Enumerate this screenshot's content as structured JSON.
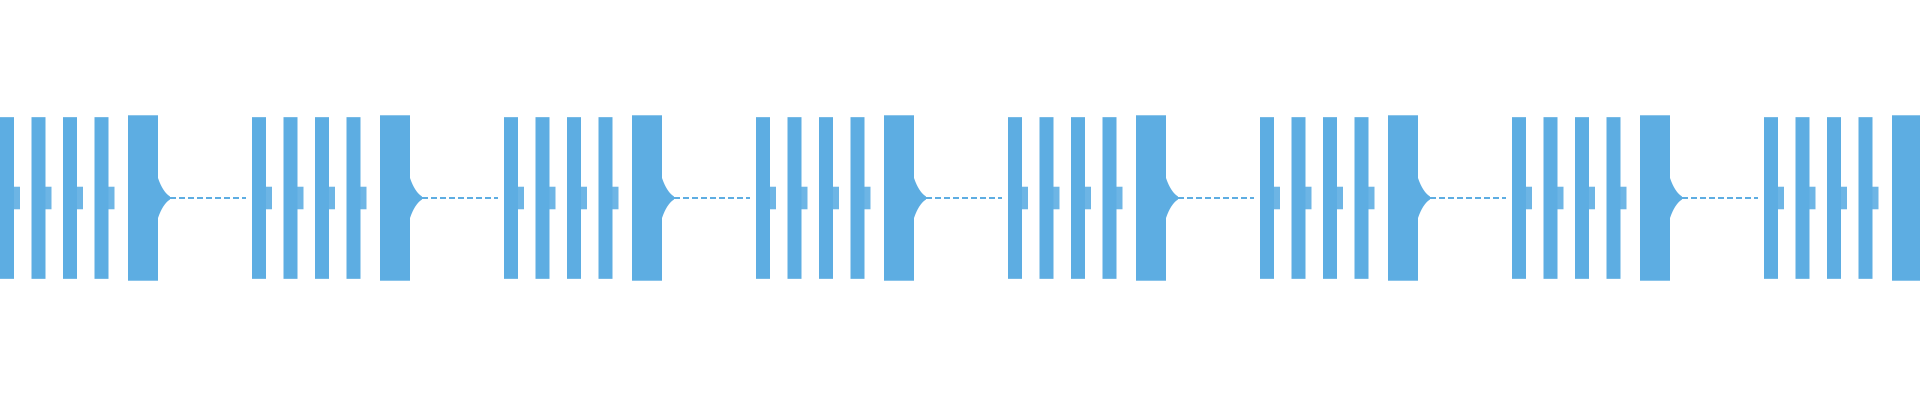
{
  "waveform": {
    "color": "#5DADE2",
    "background": "#FFFFFF",
    "pattern": {
      "groups": 8,
      "short_bursts_per_group": 4,
      "long_bursts_per_group": 1,
      "short_burst_amplitude": 0.86,
      "long_burst_amplitude": 0.88,
      "quiet_gap_amplitude": 0.01
    }
  }
}
